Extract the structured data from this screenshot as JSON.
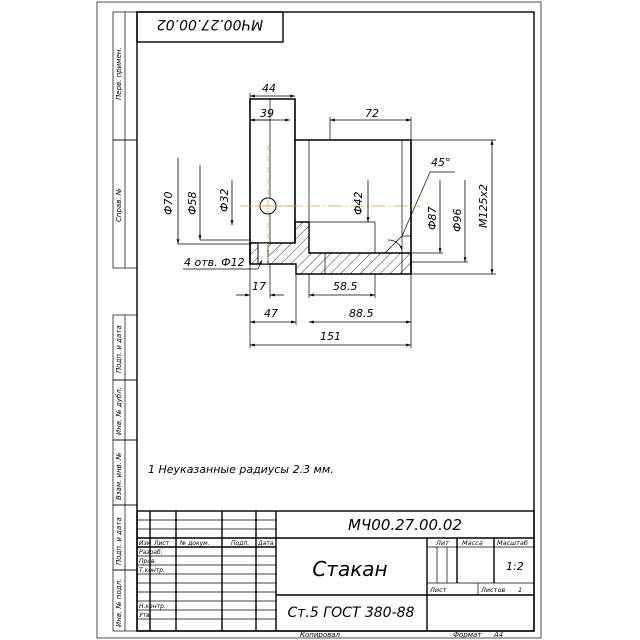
{
  "drawing_code_top": "МЧ00.27.00.02",
  "drawing_code": "МЧ00.27.00.02",
  "part_name": "Стакан",
  "material": "Ст.5 ГОСТ 380-88",
  "note": "1 Неуказанные радиусы 2.3 мм.",
  "dimensions": {
    "d44": "44",
    "d39": "39",
    "d72": "72",
    "angle": "45°",
    "phi70": "Ф70",
    "phi58": "Ф58",
    "phi32": "Ф32",
    "phi42": "Ф42",
    "phi87": "Ф87",
    "phi96": "Ф96",
    "thread": "М125х2",
    "holes": "4 отв. Ф12",
    "d17": "17",
    "d58_5": "58.5",
    "d47": "47",
    "d88_5": "88.5",
    "d151": "151"
  },
  "side_strip": {
    "perv_primen": "Перв. примен.",
    "sprav_no": "Справ. №",
    "podp_data_1": "Подп. и дата",
    "inv_dubl": "Инв. № дубл.",
    "vzam_inv": "Взам. инв. №",
    "podp_data_2": "Подп. и дата",
    "inv_podl": "Инв. № подл."
  },
  "title_block": {
    "col_izm": "Изм",
    "col_list": "Лист",
    "col_doc": "№ докум.",
    "col_podp": "Подп.",
    "col_data": "Дата",
    "razrab": "Разраб.",
    "prov": "Пров.",
    "tkontr": "Т.контр.",
    "nkontr": "Н.контр.",
    "utv": "Утв.",
    "lit": "Лит",
    "massa": "Масса",
    "masshtab": "Масштаб",
    "scale_value": "1:2",
    "list": "Лист",
    "listov": "Листов",
    "listov_value": "1",
    "kopiroval": "Копировал",
    "format": "Формат",
    "format_value": "А4"
  }
}
